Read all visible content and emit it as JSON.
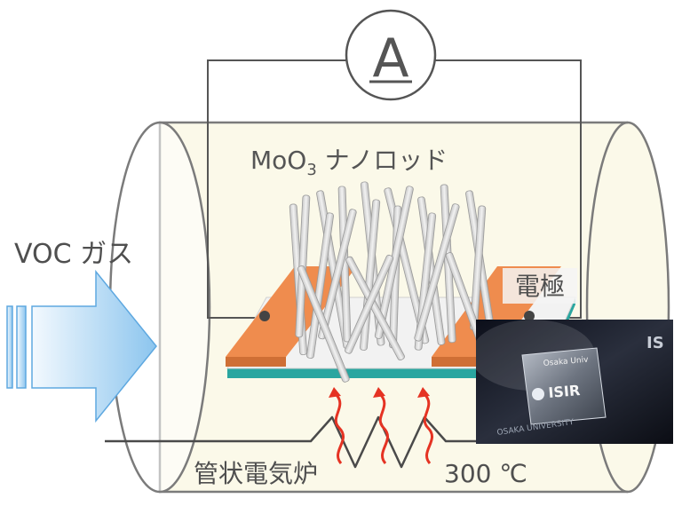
{
  "ammeter": {
    "symbol": "A"
  },
  "labels": {
    "nanorod_prefix": "MoO",
    "nanorod_subscript": "3",
    "nanorod_suffix": " ナノロッド",
    "gas": "VOC ガス",
    "electrode": "電極",
    "furnace": "管状電気炉",
    "temperature": "300 ℃"
  },
  "photo": {
    "line1": "Osaka Univ",
    "line2": "ISIR",
    "line3": "OSAKA UNIVERSITY"
  },
  "colors": {
    "tube_fill": "#fbf9e9",
    "tube_stroke": "#7b7b7b",
    "electrode": "#ef8c4e",
    "substrate": "#2aa6a0",
    "arrow_gradient_start": "#eef6fd",
    "arrow_gradient_end": "#8ec7f0",
    "heat_wave": "#e53323",
    "rod": "#d9d9d9"
  }
}
